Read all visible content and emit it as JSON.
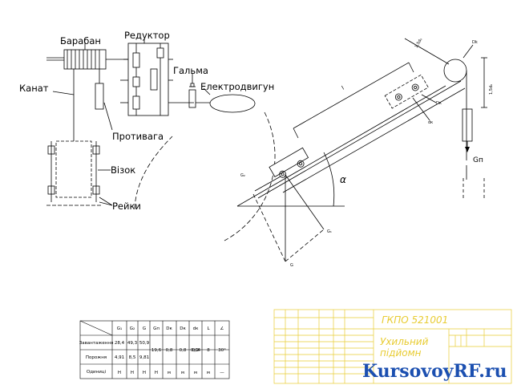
{
  "labels": {
    "drum": "Барабан",
    "reducer": "Редуктор",
    "brake": "Гальма",
    "motor": "Електродвигун",
    "rope": "Канат",
    "counterweight": "Противага",
    "car": "Візок",
    "rails": "Рейки"
  },
  "dims": {
    "l": "l",
    "d_top": "1,5d₀",
    "d_right": "1,5d₀",
    "Dk": "Dk",
    "Dk2": "Dк",
    "dk": "dк",
    "alpha": "α",
    "G": "G",
    "G1": "G₁",
    "G2": "G₂",
    "Gp": "Gп"
  },
  "table": {
    "headers": [
      "G₁",
      "G₂",
      "G",
      "Gп",
      "Dк",
      "Dк",
      "dк",
      "L",
      "∠"
    ],
    "rows": [
      {
        "label": "Завантаження",
        "values": [
          "28,4",
          "49,3",
          "50,9"
        ]
      },
      {
        "label": "Порожня",
        "values": [
          "4,91",
          "8,5",
          "9,81"
        ]
      },
      {
        "label": "Одиниці",
        "values": [
          "Н",
          "Н",
          "Н",
          "Н",
          "м",
          "м",
          "м",
          "м",
          "—"
        ]
      }
    ],
    "shared": [
      "19,6",
      "0,8",
      "0,2",
      "0,04",
      "8",
      "30°"
    ]
  },
  "title_block": {
    "code": "ГКПО 521001",
    "name_line1": "Ухильний",
    "name_line2": "підйомн"
  },
  "watermark": "KursovoyRF.ru"
}
